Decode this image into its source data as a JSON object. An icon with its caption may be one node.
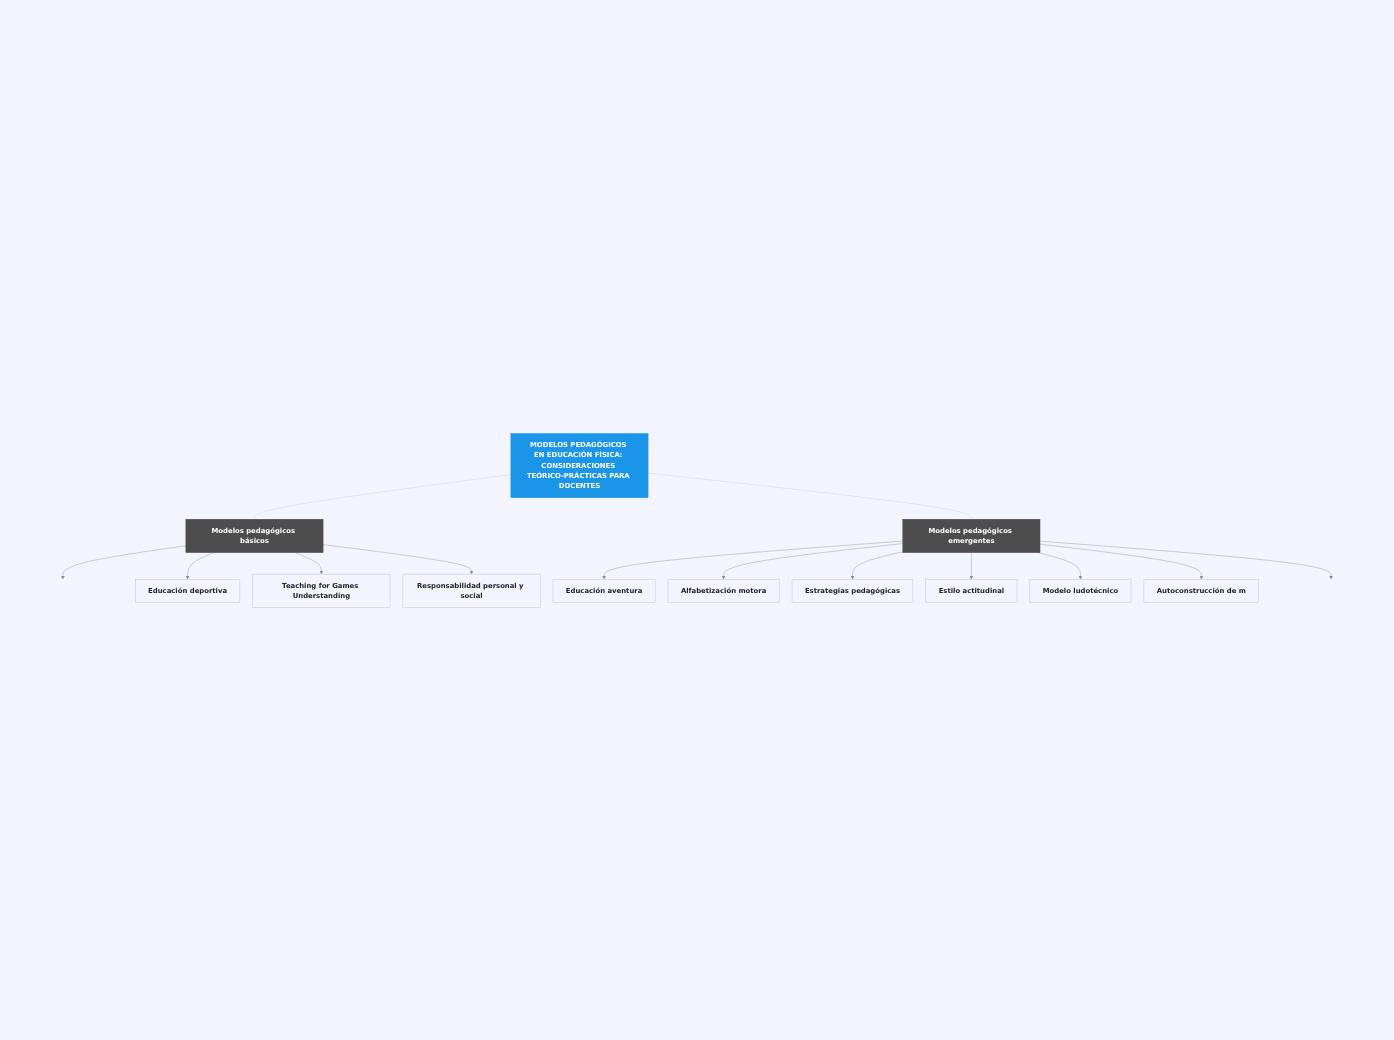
{
  "diagram": {
    "nodes": [
      {
        "text": [
          "MODELOS PEDAGÓGICOS EN EDUCACIÓN FÍSICA: CONSIDERACIONES TEÓRICO-PRÁCTICAS PARA DOCENTES"
        ]
      },
      {
        "text": [
          "Modelos pedagógicos básicos"
        ]
      },
      {
        "text": [
          "Educación deportiva"
        ]
      },
      {
        "text": [
          "Teaching for Games Understanding"
        ]
      },
      {
        "text": [
          "Responsabilidad personal y social"
        ]
      },
      {
        "text": [
          "Modelos pedagógicos emergentes"
        ]
      },
      {
        "text": [
          "Educación aventura"
        ]
      },
      {
        "text": [
          "Alfabetización motora"
        ]
      },
      {
        "text": [
          "Estrategias pedagógicas"
        ]
      },
      {
        "text": [
          "Estilo actitudinal"
        ]
      },
      {
        "text": [
          "Modelo ludotécnico"
        ]
      },
      {
        "text": [
          "Autoconstrucción de m"
        ]
      }
    ],
    "edges": [
      {
        "from": 0,
        "to": 1,
        "arrow": "none",
        "color": "#c8cdd8"
      },
      {
        "from": 0,
        "to": 5,
        "arrow": "none",
        "color": "#c8cdd8"
      },
      {
        "from": 1,
        "to": null,
        "arrow": "to"
      },
      {
        "from": 1,
        "to": 2,
        "arrow": "to"
      },
      {
        "from": 1,
        "to": 3,
        "arrow": "to"
      },
      {
        "from": 1,
        "to": 4,
        "arrow": "to"
      },
      {
        "from": 5,
        "to": 6,
        "arrow": "to"
      },
      {
        "from": 5,
        "to": 7,
        "arrow": "to"
      },
      {
        "from": 5,
        "to": 8,
        "arrow": "to"
      },
      {
        "from": 5,
        "to": 9,
        "arrow": "to"
      },
      {
        "from": 5,
        "to": 10,
        "arrow": "to"
      },
      {
        "from": 5,
        "to": 11,
        "arrow": "to"
      },
      {
        "from": 5,
        "to": null,
        "arrow": "to"
      }
    ]
  }
}
